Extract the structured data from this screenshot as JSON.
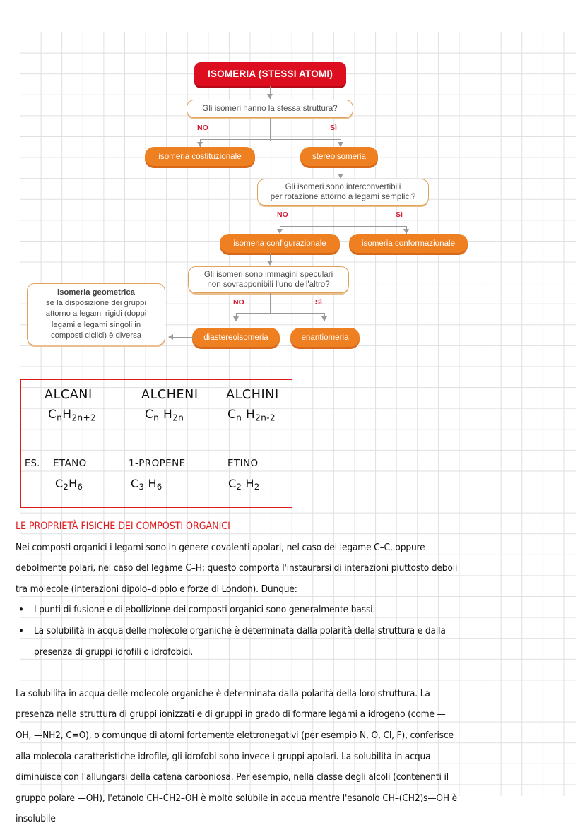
{
  "flowchart": {
    "title": "ISOMERIA (STESSI ATOMI)",
    "q1": "Gli isomeri hanno la stessa struttura?",
    "q1_no": "NO",
    "q1_si": "Sì",
    "branch_constitutional": "isomeria costituzionale",
    "branch_stereo": "stereoisomeria",
    "q2_line1": "Gli isomeri sono interconvertibili",
    "q2_line2": "per rotazione attorno a legami semplici?",
    "q2_no": "NO",
    "q2_si": "Sì",
    "branch_configurational": "isomeria configurazionale",
    "branch_conformational": "isomeria conformazionale",
    "q3_line1": "Gli isomeri sono immagini speculari",
    "q3_line2": "non sovrapponibili l'uno dell'altro?",
    "q3_no": "NO",
    "q3_si": "Sì",
    "branch_diastereo": "diastereoisomeria",
    "branch_enantio": "enantiomeria",
    "note_title": "isomeria geometrica",
    "note_l1": "se la disposizione dei gruppi",
    "note_l2": "attorno a legami rigidi (doppi",
    "note_l3": "legami e legami singoli in",
    "note_l4": "composti ciclici) è diversa",
    "colors": {
      "title_red": "#dc0e20",
      "orange": "#ef8022",
      "question_border": "#e2a05a",
      "label_red": "#d21a33",
      "connector_gray": "#9a9a9a"
    }
  },
  "hand_table": {
    "border_color": "#e01b1b",
    "col1_head": "ALCANI",
    "col2_head": "ALCHENI",
    "col3_head": "ALCHINI",
    "col1_formula_main": "C",
    "col1_formula_n": "n",
    "col1_formula_h": "H",
    "col1_formula_sub": "2n+2",
    "col2_formula_sub": "2n",
    "col3_formula_sub": "2n-2",
    "es_label": "ES.",
    "col1_example": "ETANO",
    "col2_example": "1-PROPENE",
    "col3_example": "ETINO",
    "col1_mol_c_sub": "2",
    "col1_mol_h_sub": "6",
    "col2_mol_c_sub": "3",
    "col2_mol_h_sub": "6",
    "col3_mol_c_sub": "2",
    "col3_mol_h_sub": "2"
  },
  "prose": {
    "heading": "LE PROPRIETÀ FISICHE DEI COMPOSTI ORGANICI",
    "intro_l1": "Nei composti organici i legami sono in genere covalenti apolari, nel caso del legame C–C, oppure",
    "intro_l2": "debolmente polari, nel caso del legame C–H; questo comporta l'instaurarsi di interazioni piuttosto deboli",
    "intro_l3": "tra molecole (interazioni dipolo–dipolo e forze di London). Dunque:",
    "bullet1": "I punti di fusione e di ebollizione dei composti organici sono generalmente bassi.",
    "bullet2_l1": "La solubilità in acqua delle molecole organiche è determinata dalla polarità della struttura e dalla",
    "bullet2_l2": "presenza di gruppi idrofili o idrofobici.",
    "para2_l1": "La solubilita in acqua delle molecole organiche è determinata dalla polarità della loro struttura. La",
    "para2_l2": "presenza nella struttura di gruppi ionizzati e di gruppi in grado di formare legami a idrogeno (come —",
    "para2_l3": "OH, —NH2, C=O), o comunque di atomi fortemente elettronegativi (per esempio N, O, Cl, F), conferisce",
    "para2_l4": "alla molecola caratteristiche idrofile, gli idrofobi sono invece i gruppi apolari. La solubilità in acqua",
    "para2_l5": "diminuisce con l'allungarsi della catena carboniosa. Per esempio, nella classe degli alcoli (contenenti il",
    "para2_l6": "gruppo polare —OH), l'etanolo CH–CH2–OH è molto solubile in acqua mentre l'esanolo CH–(CH2)s—OH è",
    "para2_l7": "insolubile"
  }
}
